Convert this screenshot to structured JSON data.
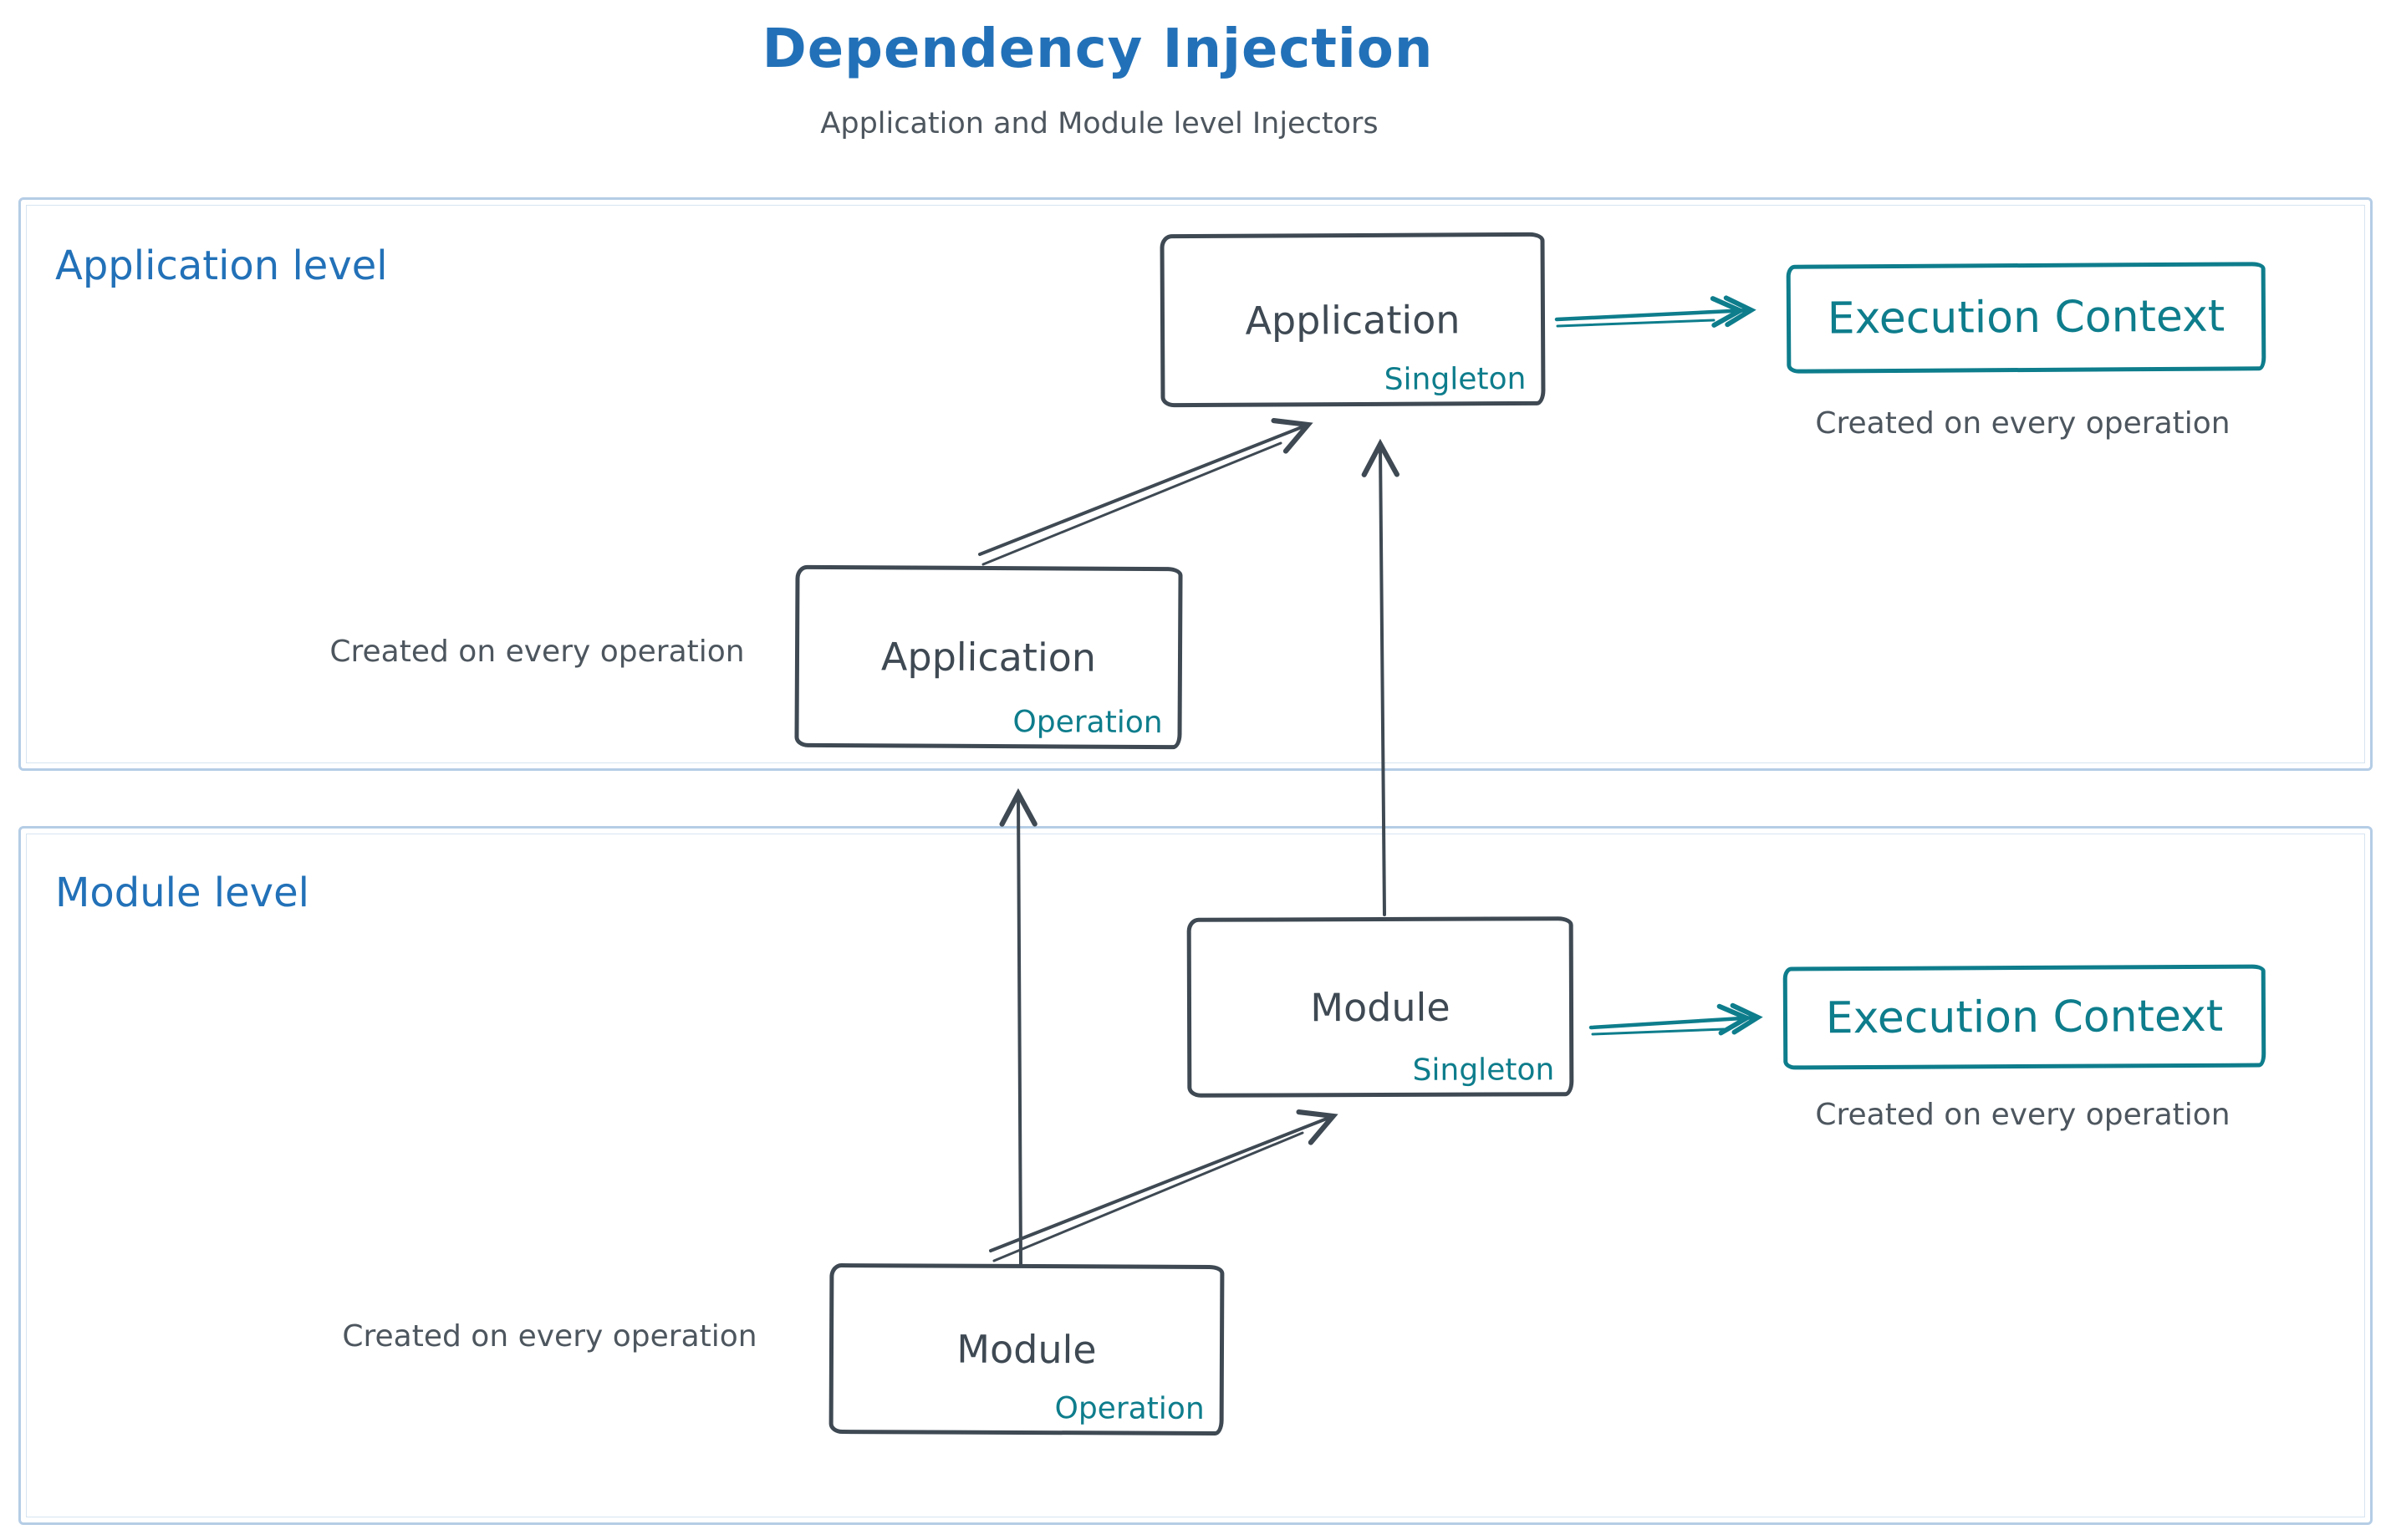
{
  "colors": {
    "blue": "#2271b8",
    "dark": "#3e4953",
    "teal": "#0e7d8c",
    "gray": "#4d565e",
    "frame": "#b5cde6",
    "bg": "#ffffff"
  },
  "header": {
    "title": "Dependency Injection",
    "subtitle": "Application and Module level Injectors"
  },
  "app": {
    "label": "Application level",
    "singleton": {
      "title": "Application",
      "tag": "Singleton"
    },
    "operation": {
      "title": "Application",
      "tag": "Operation"
    },
    "operation_caption": "Created on every operation",
    "execution": {
      "label": "Execution Context",
      "caption": "Created on every operation"
    }
  },
  "module": {
    "label": "Module level",
    "singleton": {
      "title": "Module",
      "tag": "Singleton"
    },
    "operation": {
      "title": "Module",
      "tag": "Operation"
    },
    "operation_caption": "Created on every operation",
    "execution": {
      "label": "Execution Context",
      "caption": "Created on every operation"
    }
  }
}
